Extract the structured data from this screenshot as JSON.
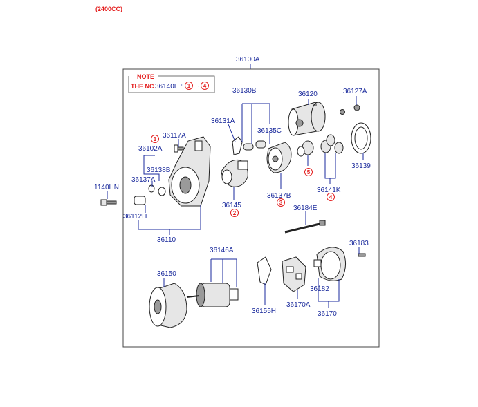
{
  "header": {
    "engine_label": "(2400CC)"
  },
  "assembly": {
    "label": "36100A"
  },
  "note": {
    "title": "NOTE",
    "line": "THE NC",
    "part": "36140E :",
    "range_from": "1",
    "range_sep": "~",
    "range_to": "4"
  },
  "callouts": {
    "c1": "1",
    "c2": "2",
    "c3": "3",
    "c4": "4",
    "c5": "5"
  },
  "parts": {
    "p36130B": "36130B",
    "p36120": "36120",
    "p36127A": "36127A",
    "p36131A": "36131A",
    "p36135C": "36135C",
    "p36117A": "36117A",
    "p36102A": "36102A",
    "p36138B": "36138B",
    "p36137A": "36137A",
    "p1140HN": "1140HN",
    "p36145": "36145",
    "p36137B": "36137B",
    "p36139": "36139",
    "p36141K": "36141K",
    "p36184E": "36184E",
    "p36112H": "36112H",
    "p36110": "36110",
    "p36146A": "36146A",
    "p36183": "36183",
    "p36150": "36150",
    "p36182": "36182",
    "p36155H": "36155H",
    "p36170A": "36170A",
    "p36170": "36170"
  }
}
